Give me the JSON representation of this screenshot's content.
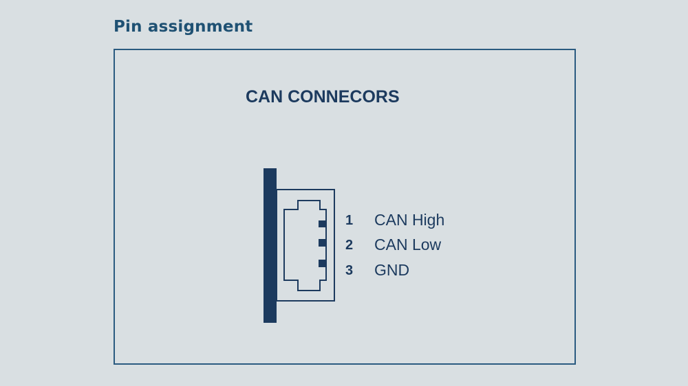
{
  "section_heading": "Pin assignment",
  "diagram": {
    "title": "CAN CONNECORS",
    "pins": [
      {
        "number": "1",
        "label": "CAN High"
      },
      {
        "number": "2",
        "label": "CAN Low"
      },
      {
        "number": "3",
        "label": "GND"
      }
    ]
  },
  "colors": {
    "background": "#d9dfe2",
    "heading": "#1f5173",
    "diagram": "#1c3a5e"
  }
}
